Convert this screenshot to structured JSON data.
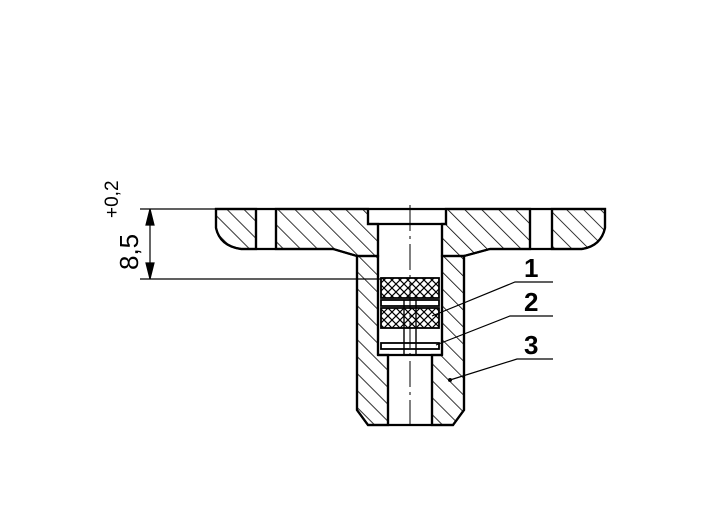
{
  "drawing": {
    "dimension": {
      "value": "8,5",
      "tolerance": "+0,2"
    },
    "callouts": [
      {
        "number": "1"
      },
      {
        "number": "2"
      },
      {
        "number": "3"
      }
    ],
    "colors": {
      "line": "#000000",
      "background": "#ffffff"
    }
  }
}
